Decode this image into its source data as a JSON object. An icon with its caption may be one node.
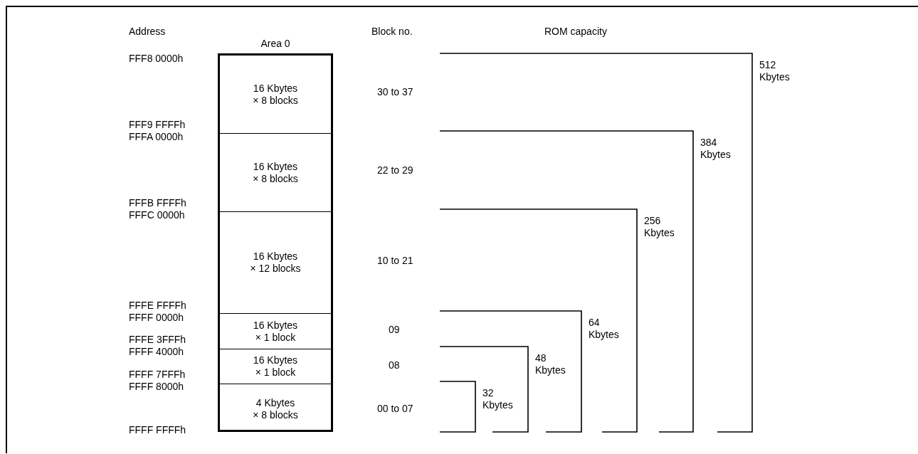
{
  "diagram": {
    "nodes": [
      {
        "text": [
          "Area 0"
        ]
      },
      {
        "text": [
          "16 Kbytes × 8 blocks"
        ],
        "in": 0
      },
      {
        "text": [
          "16 Kbytes × 8 blocks"
        ],
        "in": 0
      },
      {
        "text": [
          "16 Kbytes × 12 blocks"
        ],
        "in": 0
      },
      {
        "text": [
          "16 Kbytes × 1 block"
        ],
        "in": 0
      },
      {
        "text": [
          "16 Kbytes × 1 block"
        ],
        "in": 0
      },
      {
        "text": [
          "4 Kbytes × 8 blocks"
        ],
        "in": 0
      }
    ],
    "edges": [],
    "labels": [
      "Address",
      "Block no.",
      "ROM capacity",
      "FFF8 0000h",
      "FFF9 FFFFh",
      "FFFA 0000h",
      "FFFB FFFFh",
      "FFFC 0000h",
      "FFFE FFFFh",
      "FFFF 0000h",
      "FFFE 3FFFh",
      "FFFF 4000h",
      "FFFF 7FFFh",
      "FFFF 8000h",
      "FFFF FFFFh",
      "512 Kbytes",
      "384 Kbytes",
      "256 Kbytes",
      "64 Kbytes",
      "48 Kbytes",
      "32 Kbytes",
      "30 to 37",
      "22 to 29",
      "10 to 21",
      "09",
      "08",
      "00 to 07"
    ]
  }
}
